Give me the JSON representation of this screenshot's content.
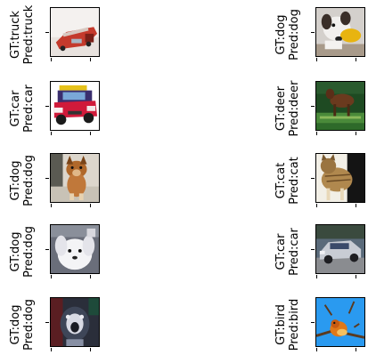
{
  "panels": [
    {
      "gt_label": "GT:truck",
      "pred_label": "Pred:truck",
      "subject": "red fire truck on white background"
    },
    {
      "gt_label": "GT:dog",
      "pred_label": "Pred:dog",
      "subject": "white dog with yellow toy"
    },
    {
      "gt_label": "GT:car",
      "pred_label": "Pred:car",
      "subject": "red car with yellow roof rack"
    },
    {
      "gt_label": "GT:deer",
      "pred_label": "Pred:deer",
      "subject": "brown deer in green grass"
    },
    {
      "gt_label": "GT:dog",
      "pred_label": "Pred:dog",
      "subject": "brown puppy sitting"
    },
    {
      "gt_label": "GT:cat",
      "pred_label": "Pred:cat",
      "subject": "tabby cat standing"
    },
    {
      "gt_label": "GT:dog",
      "pred_label": "Pred:dog",
      "subject": "white fluffy dog"
    },
    {
      "gt_label": "GT:car",
      "pred_label": "Pred:car",
      "subject": "silver car on road"
    },
    {
      "gt_label": "GT:dog",
      "pred_label": "Pred:dog",
      "subject": "dark dog face close-up"
    },
    {
      "gt_label": "GT:bird",
      "pred_label": "Pred:bird",
      "subject": "orange bird on branch with blue sky"
    }
  ]
}
